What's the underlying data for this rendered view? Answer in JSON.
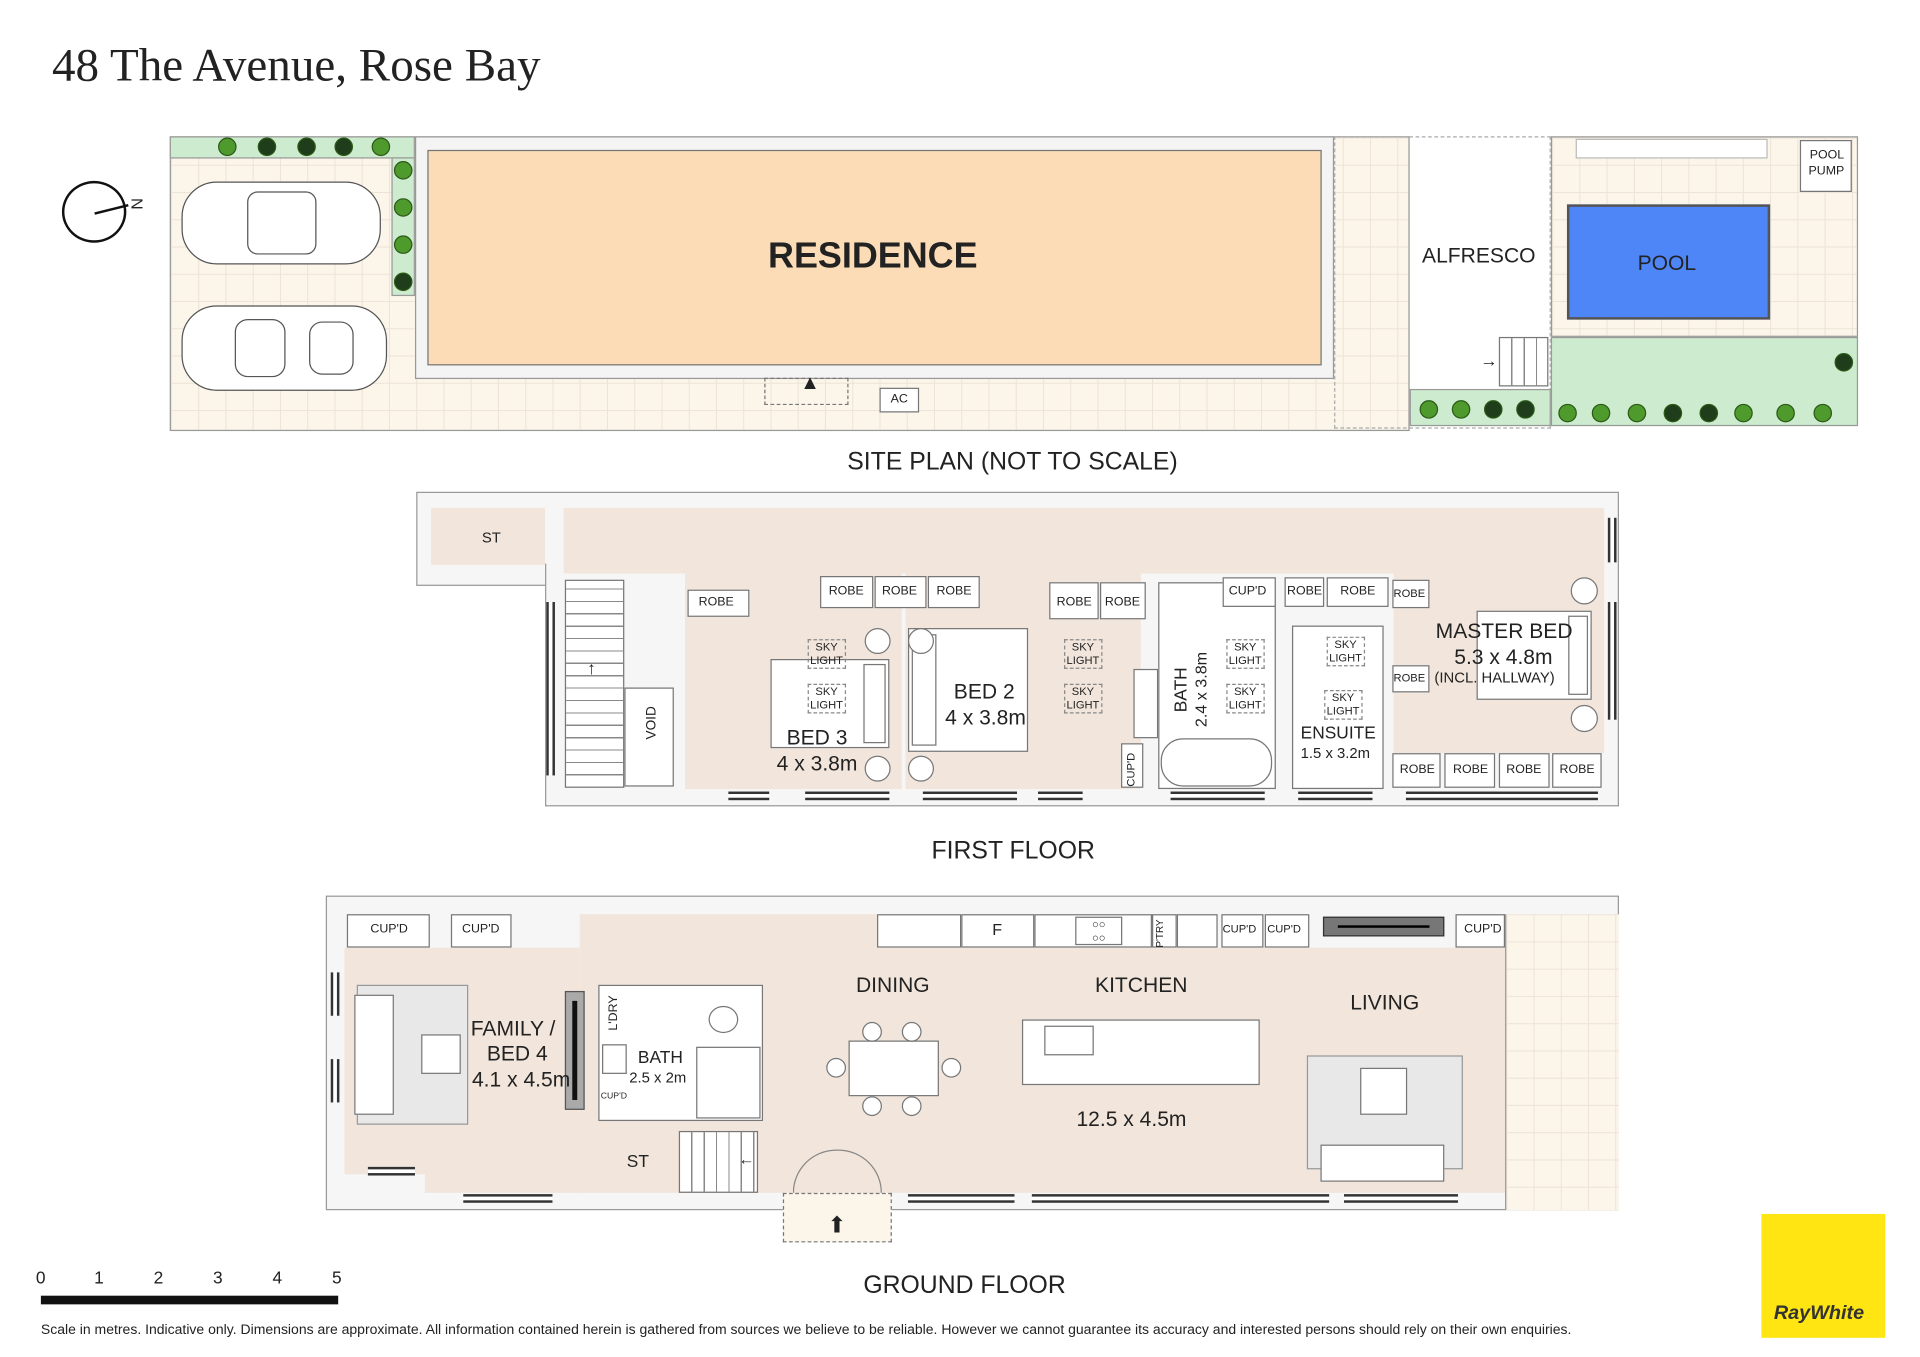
{
  "title": "48 The Avenue, Rose Bay",
  "site_plan": {
    "label": "SITE PLAN (NOT TO SCALE)",
    "residence": "RESIDENCE",
    "alfresco": "ALFRESCO",
    "pool": "POOL",
    "pool_pump_1": "POOL",
    "pool_pump_2": "PUMP",
    "ac": "AC",
    "north": "N",
    "colors": {
      "residence": "#fbdcb7",
      "pool": "#4f86f7",
      "garden": "#cdeccf"
    }
  },
  "first_floor": {
    "label": "FIRST FLOOR",
    "st": "ST",
    "void": "VOID",
    "robe": "ROBE",
    "cupd": "CUP'D",
    "sky_1": "SKY",
    "sky_2": "LIGHT",
    "bed3": {
      "name": "BED 3",
      "size": "4 x 3.8m"
    },
    "bed2": {
      "name": "BED 2",
      "size": "4 x 3.8m"
    },
    "bath": {
      "name": "BATH",
      "size": "2.4 x 3.8m"
    },
    "ensuite": {
      "name": "ENSUITE",
      "size": "1.5 x 3.2m"
    },
    "master": {
      "name": "MASTER BED",
      "size": "5.3 x 4.8m",
      "note": "(INCL. HALLWAY)"
    }
  },
  "ground_floor": {
    "label": "GROUND FLOOR",
    "cupd": "CUP'D",
    "fridge": "F",
    "pantry": "P'TRY",
    "family": {
      "name_1": "FAMILY /",
      "name_2": "BED 4",
      "size": "4.1 x 4.5m"
    },
    "laundry": "L'DRY",
    "bath": {
      "name": "BATH",
      "size": "2.5 x 2m"
    },
    "st": "ST",
    "dining": "DINING",
    "kitchen": "KITCHEN",
    "living": "LIVING",
    "open_plan_size": "12.5 x 4.5m"
  },
  "scale": {
    "ticks": [
      "0",
      "1",
      "2",
      "3",
      "4",
      "5"
    ],
    "note": "Scale in metres. Indicative only. Dimensions are approximate. All information contained herein is gathered from sources we believe to be reliable. However we cannot guarantee its accuracy and interested persons should rely on their own enquiries."
  },
  "brand": {
    "name": "RayWhite",
    "color": "#ffe512"
  }
}
